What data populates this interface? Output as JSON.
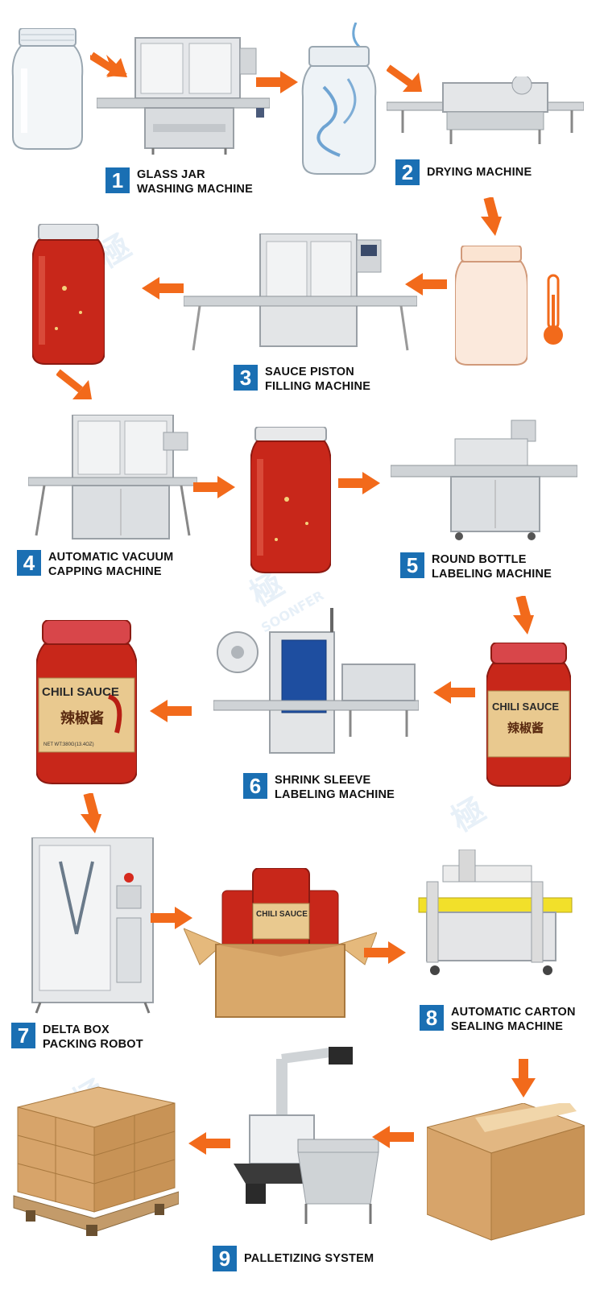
{
  "colors": {
    "arrow": "#f26a1b",
    "badge": "#1a6fb3",
    "steel": "#c9ccd0",
    "sauce": "#c8271a",
    "carton": "#d9a86a"
  },
  "steps": [
    {
      "number": "1",
      "line1": "GLASS JAR",
      "line2": "WASHING MACHINE"
    },
    {
      "number": "2",
      "line1": "DRYING MACHINE",
      "line2": ""
    },
    {
      "number": "3",
      "line1": "SAUCE PISTON",
      "line2": "FILLING MACHINE"
    },
    {
      "number": "4",
      "line1": "AUTOMATIC VACUUM",
      "line2": "CAPPING MACHINE"
    },
    {
      "number": "5",
      "line1": "ROUND BOTTLE",
      "line2": "LABELING MACHINE"
    },
    {
      "number": "6",
      "line1": "SHRINK SLEEVE",
      "line2": "LABELING MACHINE"
    },
    {
      "number": "7",
      "line1": "DELTA BOX",
      "line2": "PACKING ROBOT"
    },
    {
      "number": "8",
      "line1": "AUTOMATIC CARTON",
      "line2": "SEALING MACHINE"
    },
    {
      "number": "9",
      "line1": "PALLETIZING SYSTEM",
      "line2": ""
    }
  ],
  "product_label": {
    "name": "CHILI SAUCE",
    "chinese": "辣椒酱",
    "net_weight": "NET WT:380G(13.4OZ)"
  },
  "watermark": {
    "brand": "SOONFER",
    "mark": "極"
  }
}
